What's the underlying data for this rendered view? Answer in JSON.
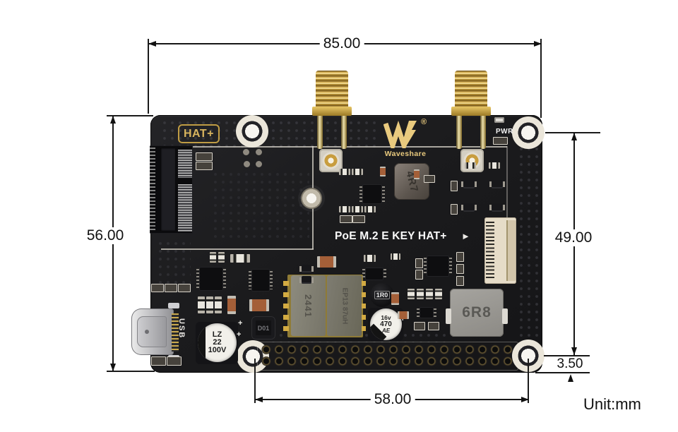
{
  "annotations": {
    "board_width_mm": "85.00",
    "board_height_mm": "56.00",
    "hole_span_vertical_mm": "49.00",
    "hole_edge_offset_mm": "3.50",
    "hole_span_horizontal_mm": "58.00",
    "unit": "Unit:mm"
  },
  "board": {
    "hat_label": "HAT+",
    "brand": "Waveshare",
    "brand_reg": "®",
    "pwr_label": "PWR",
    "title": "PoE M.2 E KEY HAT+",
    "title_marker": "►",
    "usb_label": "USB"
  },
  "components": {
    "inductor_4r7": "4R7",
    "inductor_6r8": "6R8",
    "inductor_1r0": "1R0",
    "inductor_d01": "D01",
    "transformer_code": "2441",
    "transformer_part": "EP13 87uH",
    "cap_bulk": [
      "LZ",
      "22",
      "100V"
    ],
    "cap_out": [
      "16v",
      "470",
      "AE"
    ],
    "plus_mark": "+"
  },
  "colors": {
    "pcb": "#1b1b1d",
    "gold": "#c9a23b",
    "silkscreen": "#ece7dc",
    "background": "#ffffff"
  }
}
